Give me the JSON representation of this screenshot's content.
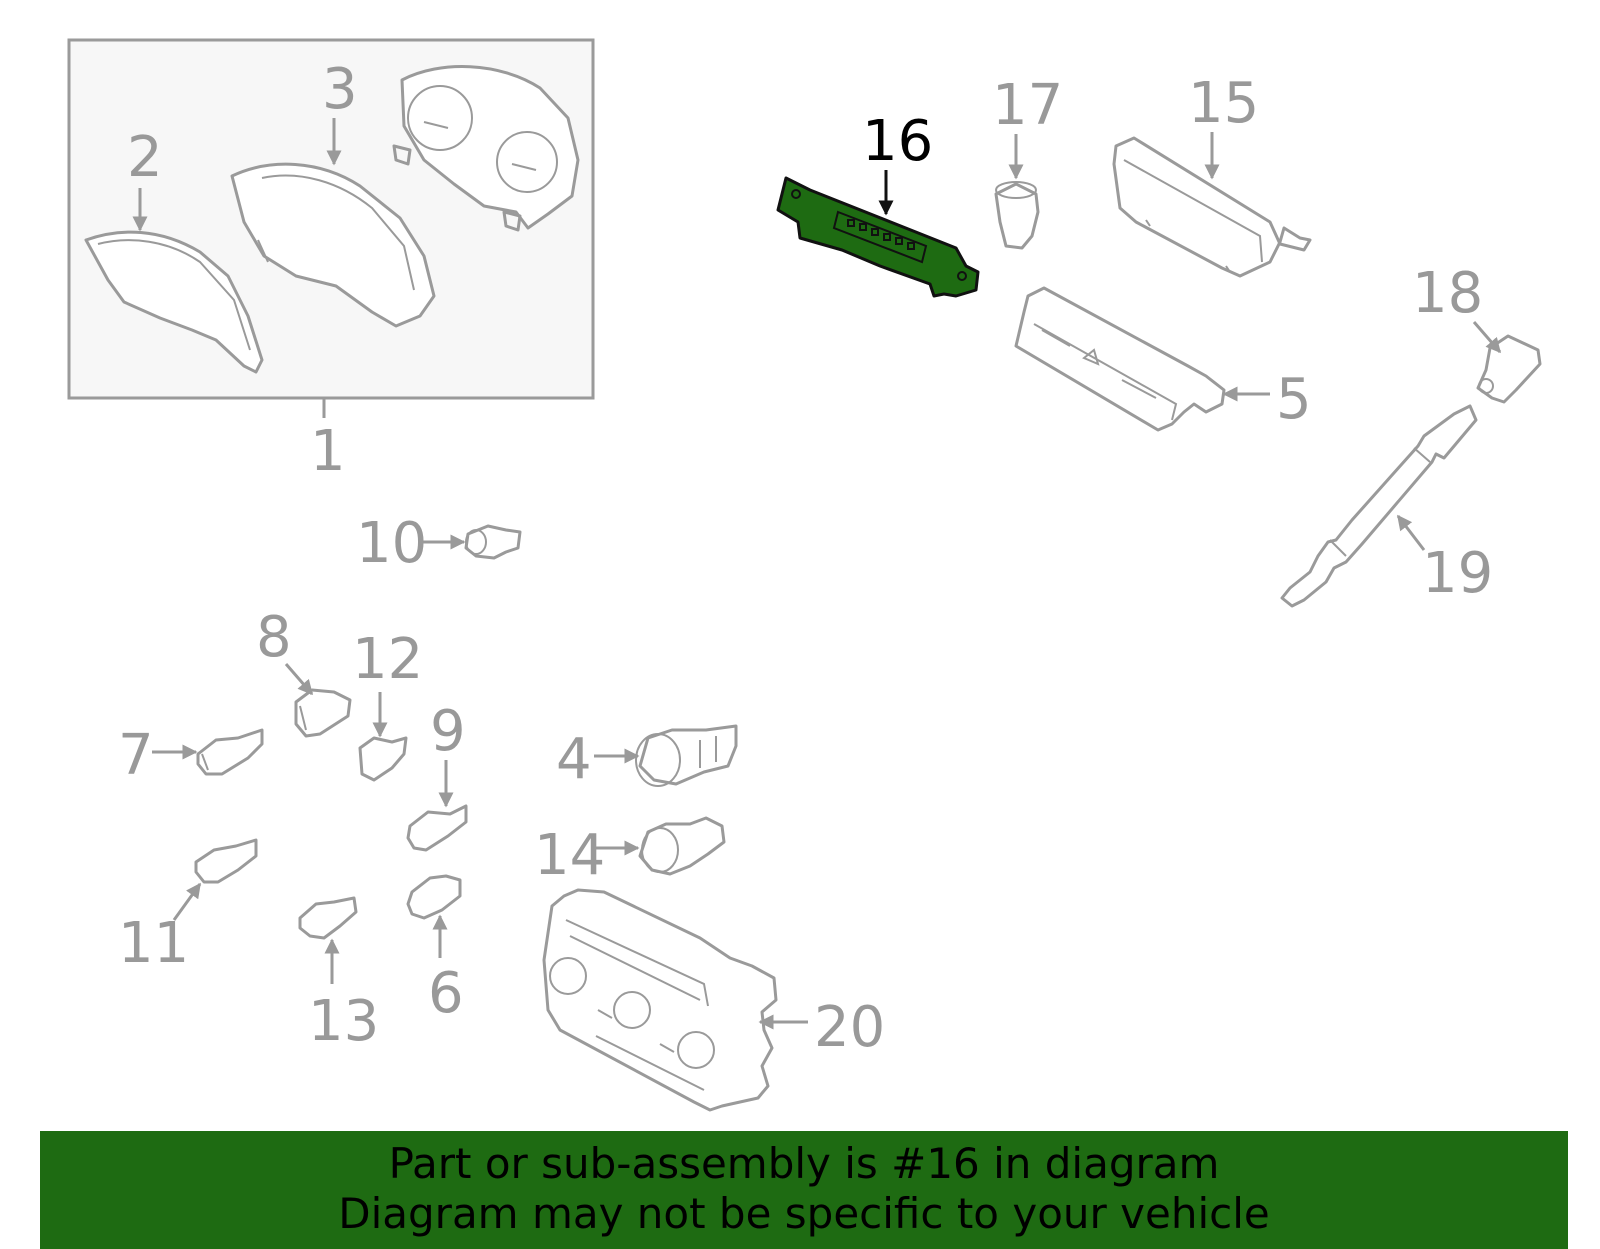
{
  "highlighted_part": "16",
  "callouts": {
    "c1": "1",
    "c2": "2",
    "c3": "3",
    "c4": "4",
    "c5": "5",
    "c6": "6",
    "c7": "7",
    "c8": "8",
    "c9": "9",
    "c10": "10",
    "c11": "11",
    "c12": "12",
    "c13": "13",
    "c14": "14",
    "c15": "15",
    "c16": "16",
    "c17": "17",
    "c18": "18",
    "c19": "19",
    "c20": "20"
  },
  "colors": {
    "highlight": "#1e6b12",
    "line": "#9a9a9a",
    "background": "#ffffff",
    "assembly_box": "#f7f7f7"
  },
  "banner": {
    "line1": "Part or sub-assembly is #16 in diagram",
    "line2": "Diagram may not be specific to your vehicle"
  }
}
